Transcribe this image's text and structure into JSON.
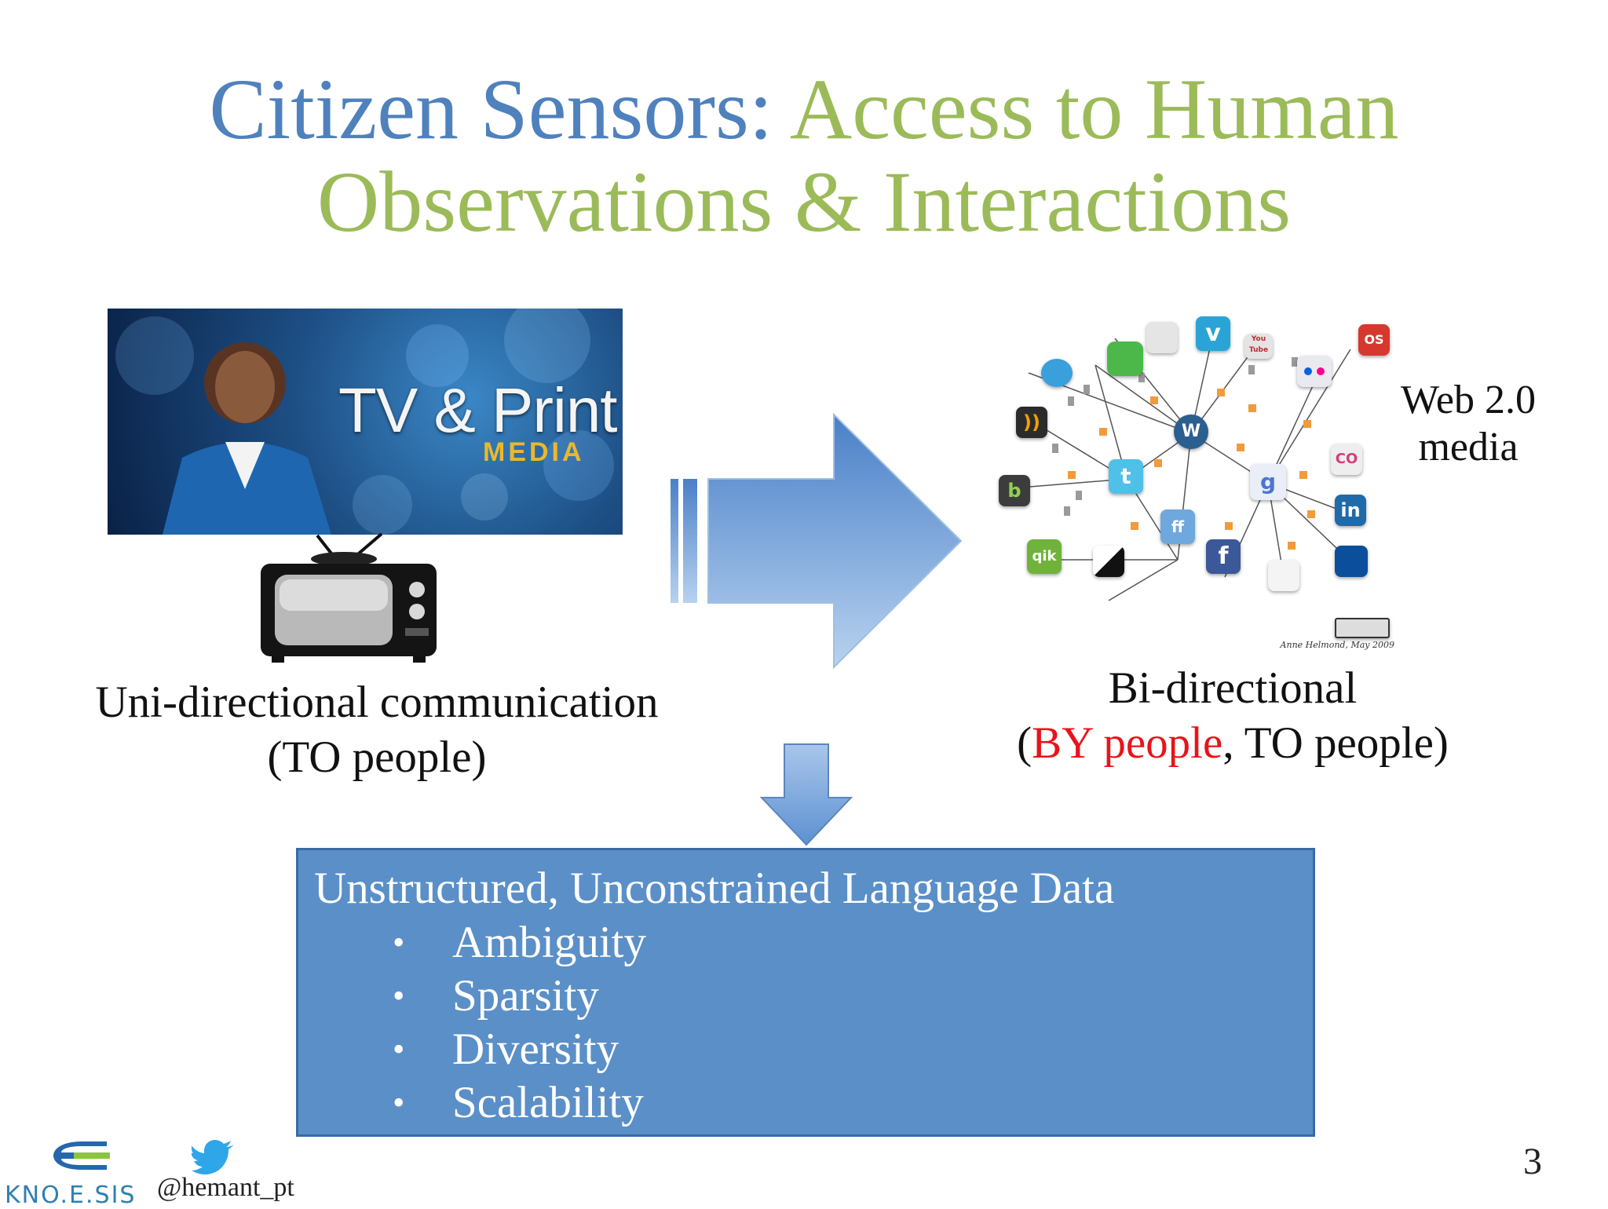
{
  "slide": {
    "title_part1": "Citizen Sensors:",
    "title_part2": "Access to Human",
    "title_line2": "Observations & Interactions",
    "tv_banner": {
      "main": "TV & Print",
      "sub": "MEDIA"
    },
    "left_caption": {
      "line1": "Uni-directional communication",
      "line2": "(TO people)"
    },
    "web20_label": {
      "line1": "Web 2.0",
      "line2": "media"
    },
    "network_credit": "Anne Helmond, May 2009",
    "right_caption": {
      "line1": "Bi-directional",
      "open_paren": "(",
      "by_people": "BY people",
      "rest": ", TO people)"
    },
    "box": {
      "heading": "Unstructured, Unconstrained Language Data",
      "bullets": [
        "Ambiguity",
        "Sparsity",
        "Diversity",
        "Scalability"
      ]
    },
    "footer": {
      "logo_text": "KNO.E.SIS",
      "twitter_handle": "@hemant_pt",
      "page_number": "3"
    },
    "network_icons": [
      "v",
      "You Tube",
      "OS",
      "W",
      "t",
      "g",
      "CO",
      "in",
      "qik",
      "ff",
      "f",
      "b"
    ],
    "colors": {
      "title_blue": "#4f81bd",
      "title_green": "#9bbb59",
      "box_fill": "#5b8fc8",
      "arrow_fill": "#5a8fd0",
      "highlight_red": "#e8141b"
    }
  }
}
